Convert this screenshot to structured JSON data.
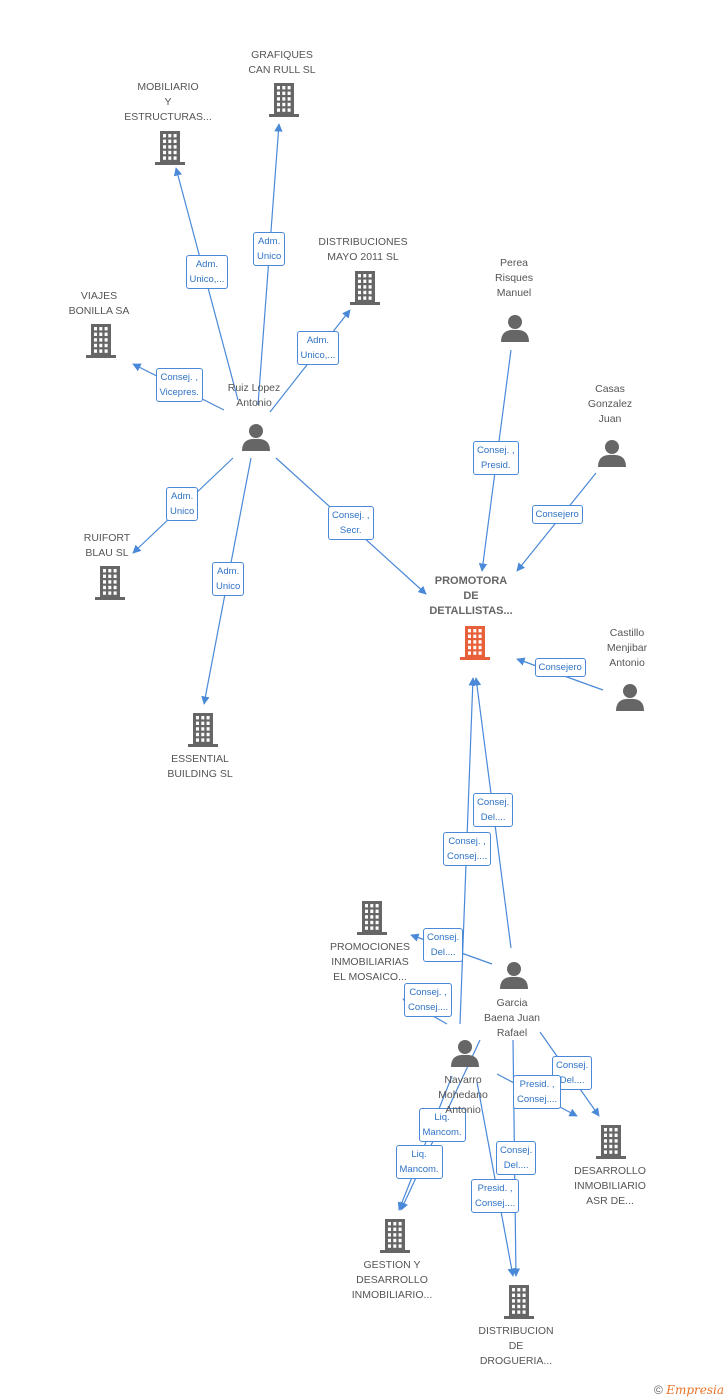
{
  "colors": {
    "edge": "#4a89d8",
    "node_icon": "#666666",
    "main_icon": "#e8603a",
    "label": "#555555"
  },
  "nodes": [
    {
      "id": "grafiques",
      "type": "company",
      "lines": [
        "GRAFIQUES",
        "CAN RULL SL"
      ]
    },
    {
      "id": "mobiliario",
      "type": "company",
      "lines": [
        "MOBILIARIO",
        "Y",
        "ESTRUCTURAS..."
      ]
    },
    {
      "id": "distribuciones",
      "type": "company",
      "lines": [
        "DISTRIBUCIONES",
        "MAYO 2011 SL"
      ]
    },
    {
      "id": "viajes",
      "type": "company",
      "lines": [
        "VIAJES",
        "BONILLA SA"
      ]
    },
    {
      "id": "ruiz",
      "type": "person",
      "lines": [
        "Ruiz Lopez",
        "Antonio"
      ]
    },
    {
      "id": "perea",
      "type": "person",
      "lines": [
        "Perea",
        "Risques",
        "Manuel"
      ]
    },
    {
      "id": "casas",
      "type": "person",
      "lines": [
        "Casas",
        "Gonzalez",
        "Juan"
      ]
    },
    {
      "id": "ruifort",
      "type": "company",
      "lines": [
        "RUIFORT",
        "BLAU SL"
      ]
    },
    {
      "id": "promotora",
      "type": "main",
      "lines": [
        "PROMOTORA",
        "DE",
        "DETALLISTAS..."
      ]
    },
    {
      "id": "castillo",
      "type": "person",
      "lines": [
        "Castillo",
        "Menjibar",
        "Antonio"
      ]
    },
    {
      "id": "essential",
      "type": "company",
      "lines": [
        "ESSENTIAL",
        "BUILDING SL"
      ]
    },
    {
      "id": "promociones",
      "type": "company",
      "lines": [
        "PROMOCIONES",
        "INMOBILIARIAS",
        "EL MOSAICO..."
      ]
    },
    {
      "id": "garcia",
      "type": "person",
      "lines": [
        "Garcia",
        "Baena Juan",
        "Rafael"
      ]
    },
    {
      "id": "navarro",
      "type": "person",
      "lines": [
        "Navarro",
        "Mohedano",
        "Antonio"
      ]
    },
    {
      "id": "desarrollo",
      "type": "company",
      "lines": [
        "DESARROLLO",
        "INMOBILIARIO",
        "ASR DE..."
      ]
    },
    {
      "id": "gestion",
      "type": "company",
      "lines": [
        "GESTION Y",
        "DESARROLLO",
        "INMOBILIARIO..."
      ]
    },
    {
      "id": "distribucion",
      "type": "company",
      "lines": [
        "DISTRIBUCION",
        "DE",
        "DROGUERIA..."
      ]
    }
  ],
  "edges": [
    {
      "from": "ruiz",
      "to": "grafiques",
      "lines": [
        "Adm.",
        "Unico"
      ]
    },
    {
      "from": "ruiz",
      "to": "mobiliario",
      "lines": [
        "Adm.",
        "Unico,..."
      ]
    },
    {
      "from": "ruiz",
      "to": "distribuciones",
      "lines": [
        "Adm.",
        "Unico,..."
      ]
    },
    {
      "from": "ruiz",
      "to": "viajes",
      "lines": [
        "Consej. ,",
        "Vicepres."
      ]
    },
    {
      "from": "ruiz",
      "to": "ruifort",
      "lines": [
        "Adm.",
        "Unico"
      ]
    },
    {
      "from": "ruiz",
      "to": "essential",
      "lines": [
        "Adm.",
        "Unico"
      ]
    },
    {
      "from": "ruiz",
      "to": "promotora",
      "lines": [
        "Consej. ,",
        "Secr."
      ]
    },
    {
      "from": "perea",
      "to": "promotora",
      "lines": [
        "Consej. ,",
        "Presid."
      ]
    },
    {
      "from": "casas",
      "to": "promotora",
      "lines": [
        "Consejero"
      ]
    },
    {
      "from": "castillo",
      "to": "promotora",
      "lines": [
        "Consejero"
      ]
    },
    {
      "from": "garcia",
      "to": "promotora",
      "lines": [
        "Consej.",
        "Del...."
      ]
    },
    {
      "from": "navarro",
      "to": "promotora",
      "lines": [
        "Consej. ,",
        "Consej...."
      ]
    },
    {
      "from": "garcia",
      "to": "promociones",
      "lines": [
        "Consej.",
        "Del...."
      ]
    },
    {
      "from": "navarro",
      "to": "promociones",
      "lines": [
        "Consej. ,",
        "Consej...."
      ]
    },
    {
      "from": "garcia",
      "to": "desarrollo",
      "lines": [
        "Consej.",
        "Del...."
      ]
    },
    {
      "from": "navarro",
      "to": "desarrollo",
      "lines": [
        "Presid. ,",
        "Consej...."
      ]
    },
    {
      "from": "garcia",
      "to": "gestion",
      "lines": [
        "Liq.",
        "Mancom."
      ]
    },
    {
      "from": "navarro",
      "to": "gestion",
      "lines": [
        "Liq.",
        "Mancom."
      ]
    },
    {
      "from": "garcia",
      "to": "distribucion",
      "lines": [
        "Consej.",
        "Del...."
      ]
    },
    {
      "from": "navarro",
      "to": "distribucion",
      "lines": [
        "Presid. ,",
        "Consej...."
      ]
    }
  ],
  "footer": {
    "copyright": "©",
    "brand": "Empresia"
  }
}
